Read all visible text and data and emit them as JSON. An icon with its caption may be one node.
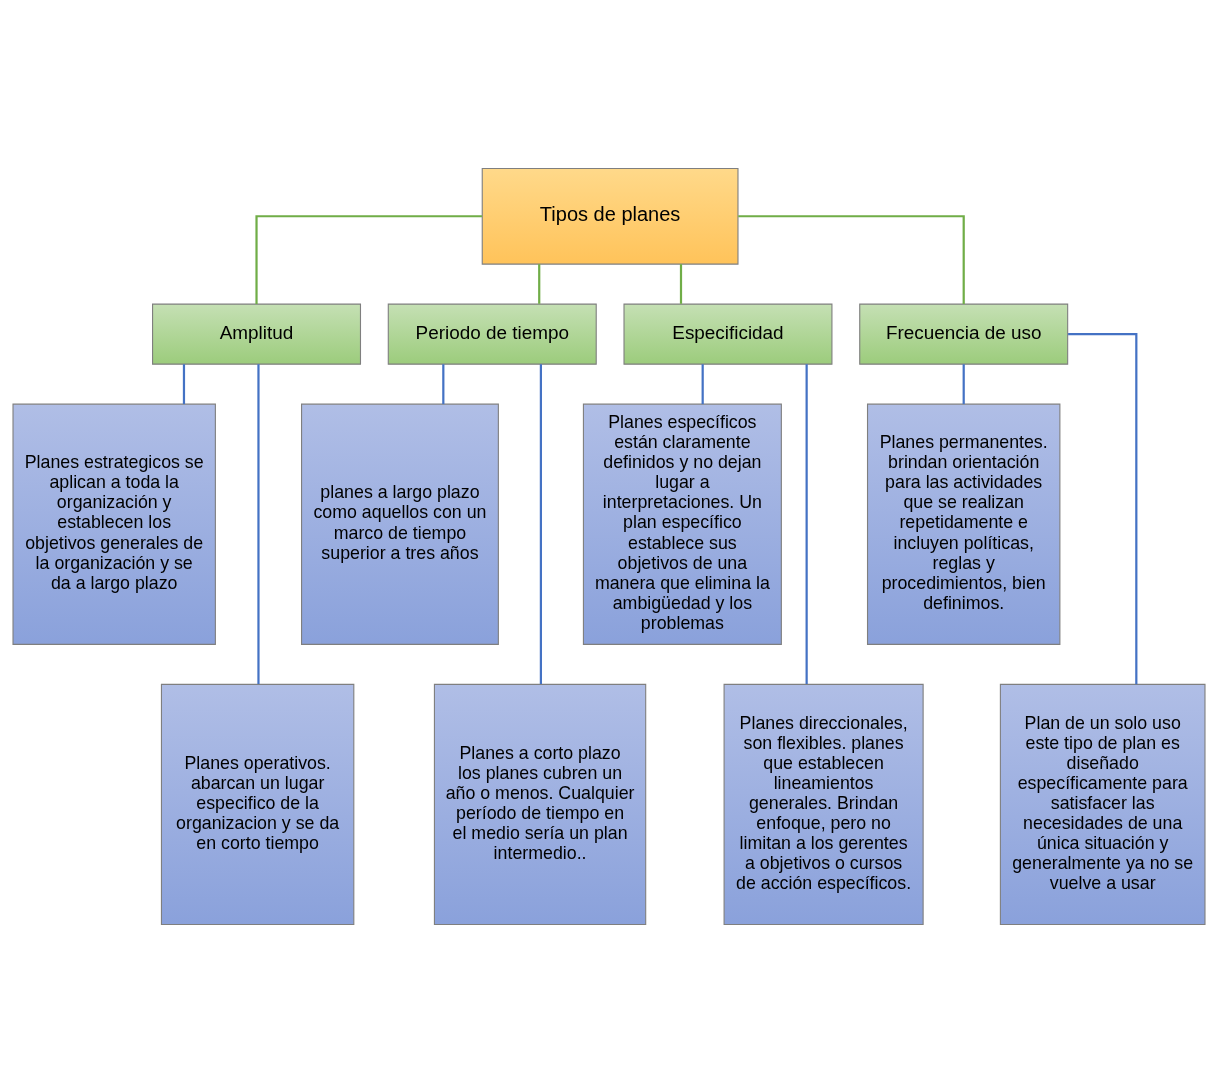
{
  "diagram": {
    "nodes": [
      {
        "text": [
          "Tipos de planes"
        ]
      },
      {
        "text": [
          "Amplitud"
        ]
      },
      {
        "text": [
          "Periodo de tiempo"
        ]
      },
      {
        "text": [
          "Especificidad"
        ]
      },
      {
        "text": [
          "Frecuencia de uso"
        ]
      },
      {
        "text": [
          "Planes estrategicos se aplican a toda la organización y establecen los objetivos generales de la organización y se da a largo plazo"
        ]
      },
      {
        "text": [
          "Planes operativos. abarcan un lugar especifico de la organizacion y se da en corto tiempo"
        ]
      },
      {
        "text": [
          "planes a largo plazo como aquellos con un marco de tiempo superior a tres años"
        ]
      },
      {
        "text": [
          "Planes a corto plazo los planes cubren un año o menos. Cualquier período de tiempo en el medio sería un plan intermedio.."
        ]
      },
      {
        "text": [
          "Planes específicos están claramente definidos y no dejan lugar a interpretaciones. Un plan específico establece sus objetivos de una manera que elimina la ambigüedad y los problemas"
        ]
      },
      {
        "text": [
          "Planes direccionales, son flexibles. planes que establecen lineamientos generales. Brindan enfoque, pero no limitan a los gerentes a objetivos o cursos de acción específicos."
        ]
      },
      {
        "text": [
          "Planes permanentes. brindan orientación para las actividades que se realizan repetidamente e incluyen políticas, reglas y procedimientos, bien definimos."
        ]
      },
      {
        "text": [
          "Plan de un solo uso este tipo de plan es diseñado específicamente para satisfacer las necesidades de una única situación y generalmente ya no se vuelve a usar"
        ]
      }
    ],
    "edges": [
      {
        "from": 0,
        "to": 1,
        "arrow": "none",
        "color": "#70ad47"
      },
      {
        "from": 0,
        "to": 2,
        "arrow": "none",
        "color": "#70ad47"
      },
      {
        "from": 0,
        "to": 3,
        "arrow": "none",
        "color": "#70ad47"
      },
      {
        "from": 0,
        "to": 4,
        "arrow": "none",
        "color": "#70ad47"
      },
      {
        "from": 1,
        "to": 5,
        "arrow": "none"
      },
      {
        "from": 1,
        "to": 6,
        "arrow": "none"
      },
      {
        "from": 2,
        "to": 7,
        "arrow": "none"
      },
      {
        "from": 2,
        "to": 8,
        "arrow": "none"
      },
      {
        "from": 3,
        "to": 9,
        "arrow": "none"
      },
      {
        "from": 3,
        "to": 10,
        "arrow": "none"
      },
      {
        "from": 4,
        "to": 11,
        "arrow": "none"
      },
      {
        "from": 4,
        "to": 12,
        "arrow": "none"
      }
    ]
  }
}
